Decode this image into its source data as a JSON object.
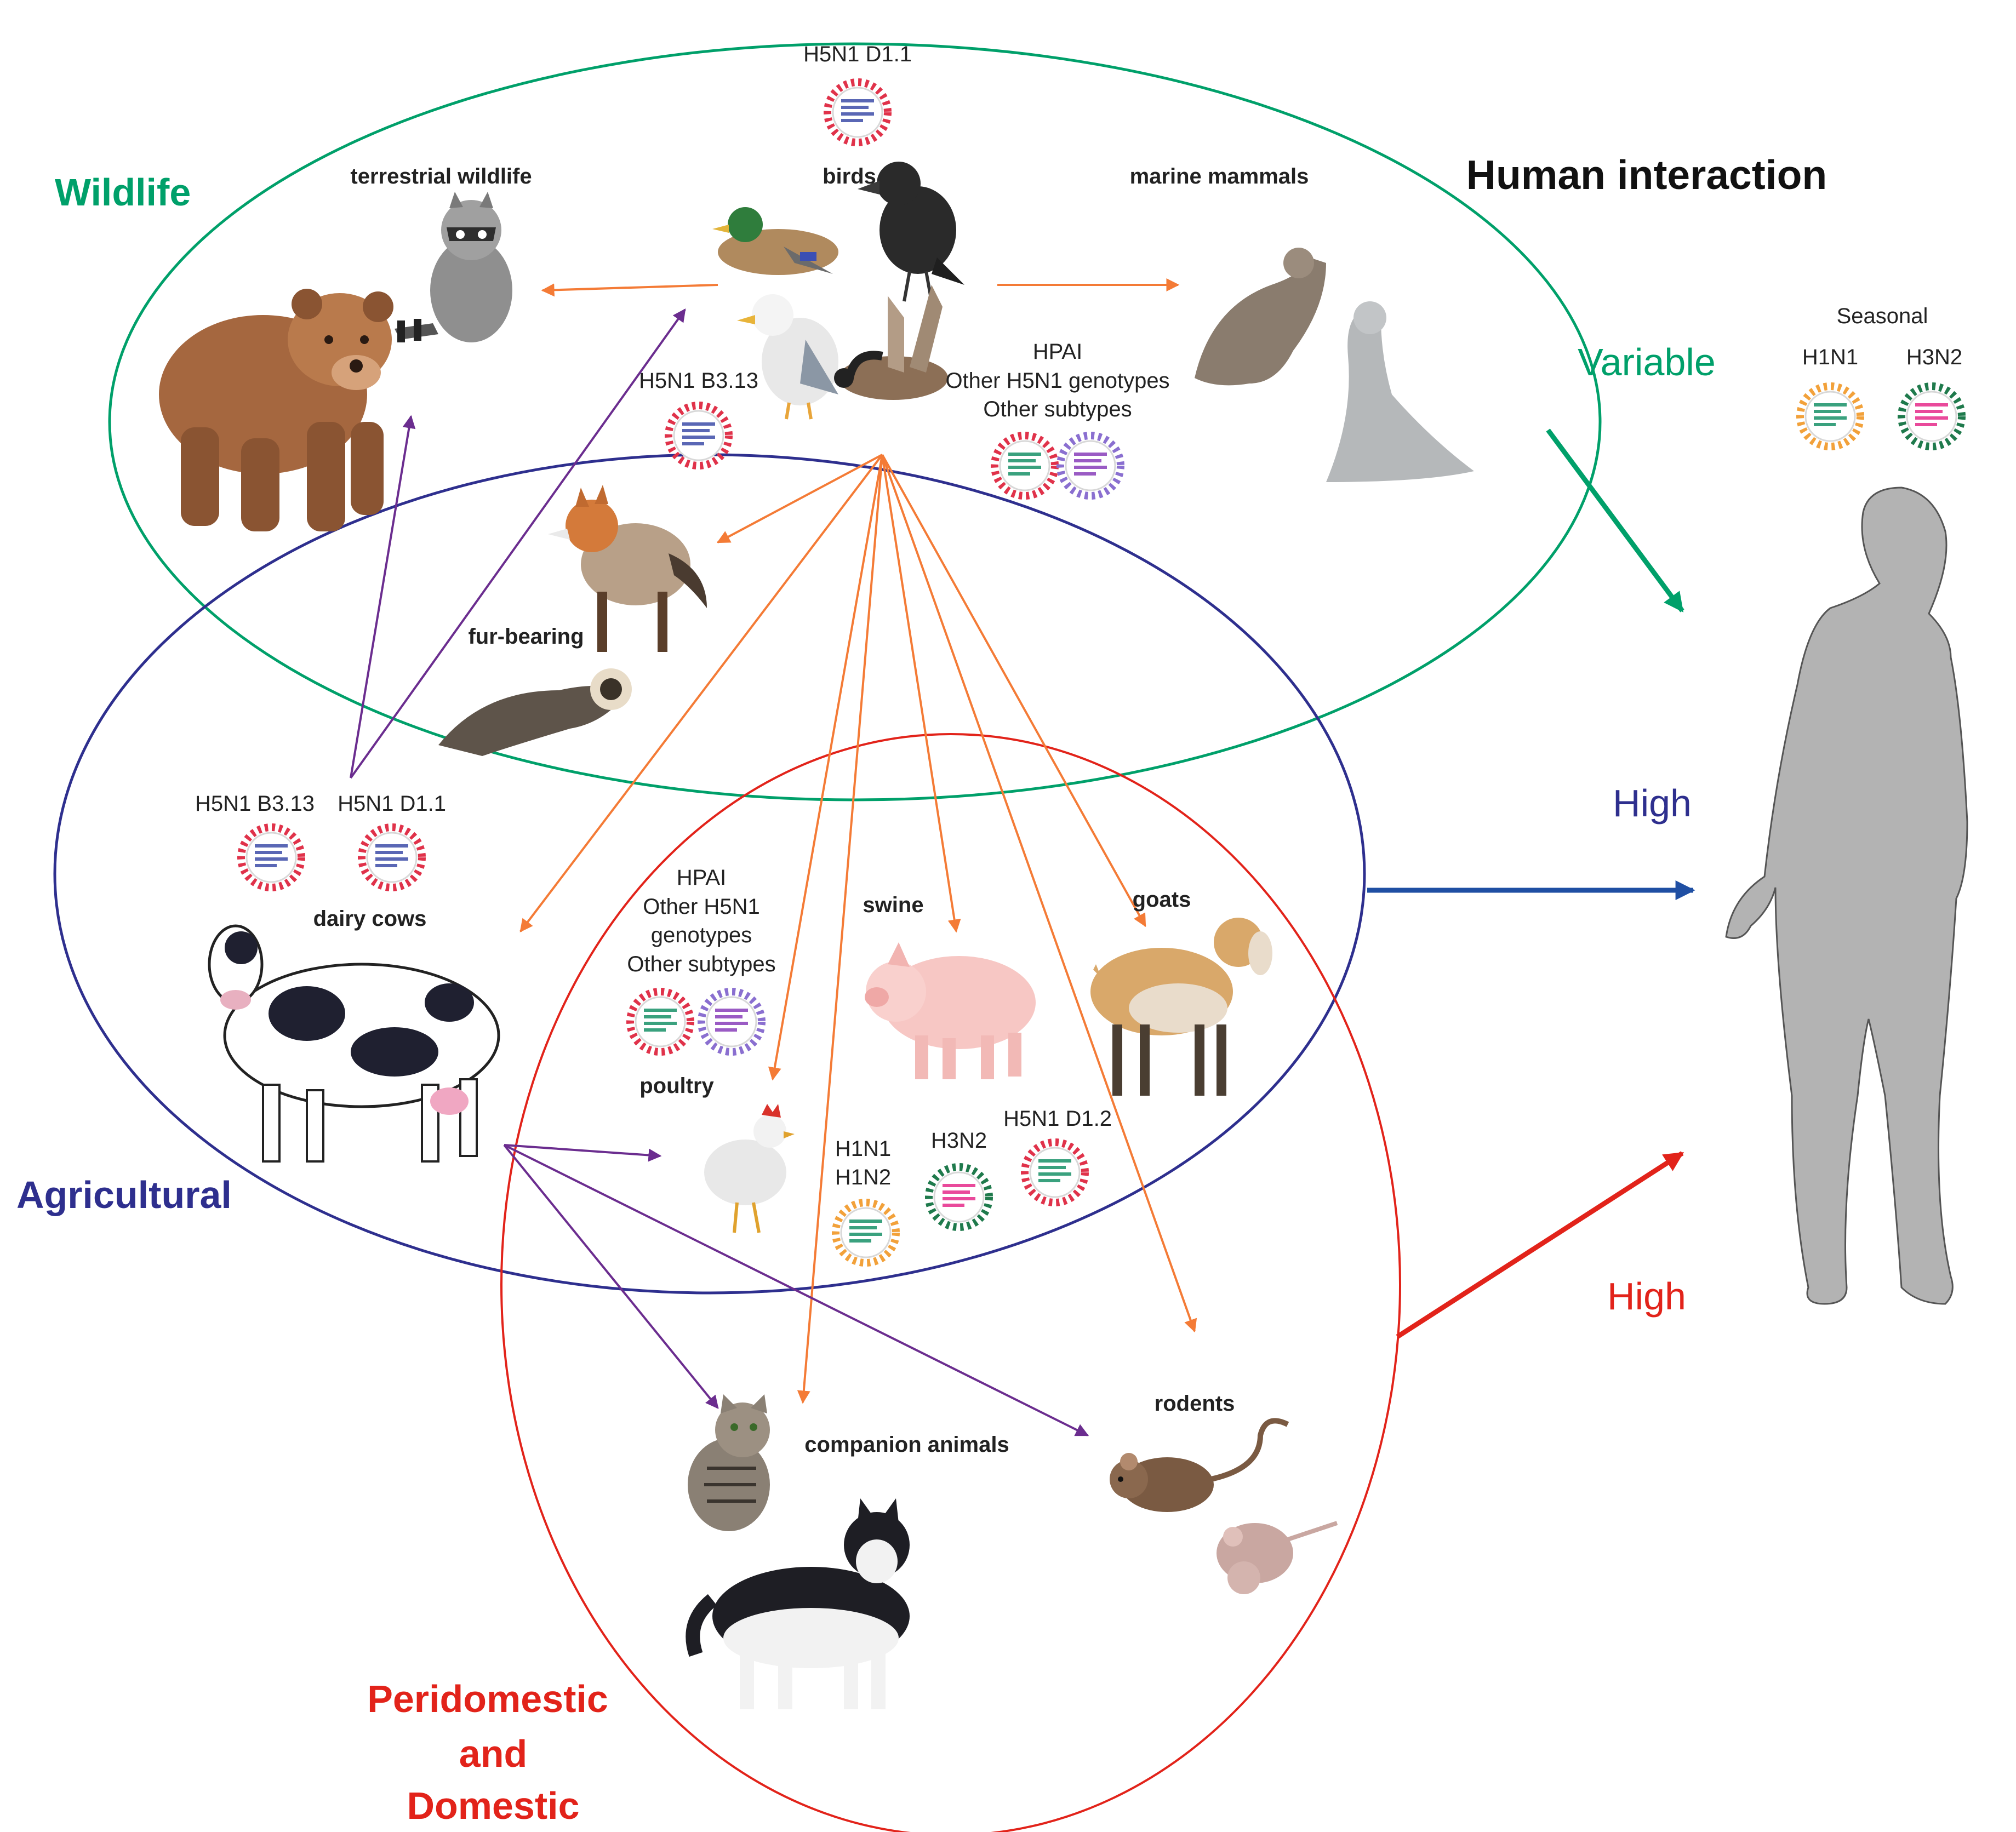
{
  "regions": {
    "wildlife": {
      "label": "Wildlife",
      "color": "#00a06a"
    },
    "agricultural": {
      "label": "Agricultural",
      "color": "#2e2f8e"
    },
    "peridomestic": {
      "lines": [
        "Peridomestic",
        "and",
        "Domestic"
      ],
      "color": "#e2231a"
    }
  },
  "groups": {
    "terrestrial_wildlife": "terrestrial wildlife",
    "birds": "birds",
    "marine_mammals": "marine mammals",
    "fur_bearing": "fur-bearing",
    "dairy_cows": "dairy cows",
    "poultry": "poultry",
    "swine": "swine",
    "goats": "goats",
    "companion_animals": "companion animals",
    "rodents": "rodents"
  },
  "strains": {
    "birds_top": "H5N1 D1.1",
    "birds_b313": "H5N1 B3.13",
    "marine_hpai": [
      "HPAI",
      "Other H5N1 genotypes",
      "Other subtypes"
    ],
    "dairy_b313": "H5N1 B3.13",
    "dairy_d11": "H5N1 D1.1",
    "poultry_hpai": [
      "HPAI",
      "Other H5N1",
      "genotypes",
      "Other subtypes"
    ],
    "swine_h1": [
      "H1N1",
      "H1N2"
    ],
    "swine_h3": "H3N2",
    "swine_d12": "H5N1 D1.2"
  },
  "human": {
    "title": "Human interaction",
    "seasonal": "Seasonal",
    "h1n1": "H1N1",
    "h3n2": "H3N2",
    "wildlife_level": "Variable",
    "agricultural_level": "High",
    "peridomestic_level": "High"
  },
  "colors": {
    "orange_arrow": "#f47b36",
    "purple_arrow": "#6b2d8f",
    "virus_blue": "#5a67b5",
    "virus_green": "#3aa17e",
    "virus_purple": "#9a5bc4",
    "virus_pink": "#e94a9b",
    "human_silhouette": "#b3b3b3"
  },
  "icons": {
    "virus": "virus-icon",
    "bear": "bear-icon",
    "raccoon": "raccoon-icon",
    "duck": "duck-icon",
    "crow": "crow-icon",
    "gull": "gull-icon",
    "goose": "goose-icon",
    "sea_lion": "sea-lion-icon",
    "fox": "fox-icon",
    "ferret": "ferret-icon",
    "cow": "cow-icon",
    "chicken": "chicken-icon",
    "pig": "pig-icon",
    "goat": "goat-icon",
    "cat": "cat-icon",
    "husky": "husky-icon",
    "mouse": "mouse-icon",
    "rat": "rat-icon",
    "human": "human-silhouette-icon"
  }
}
